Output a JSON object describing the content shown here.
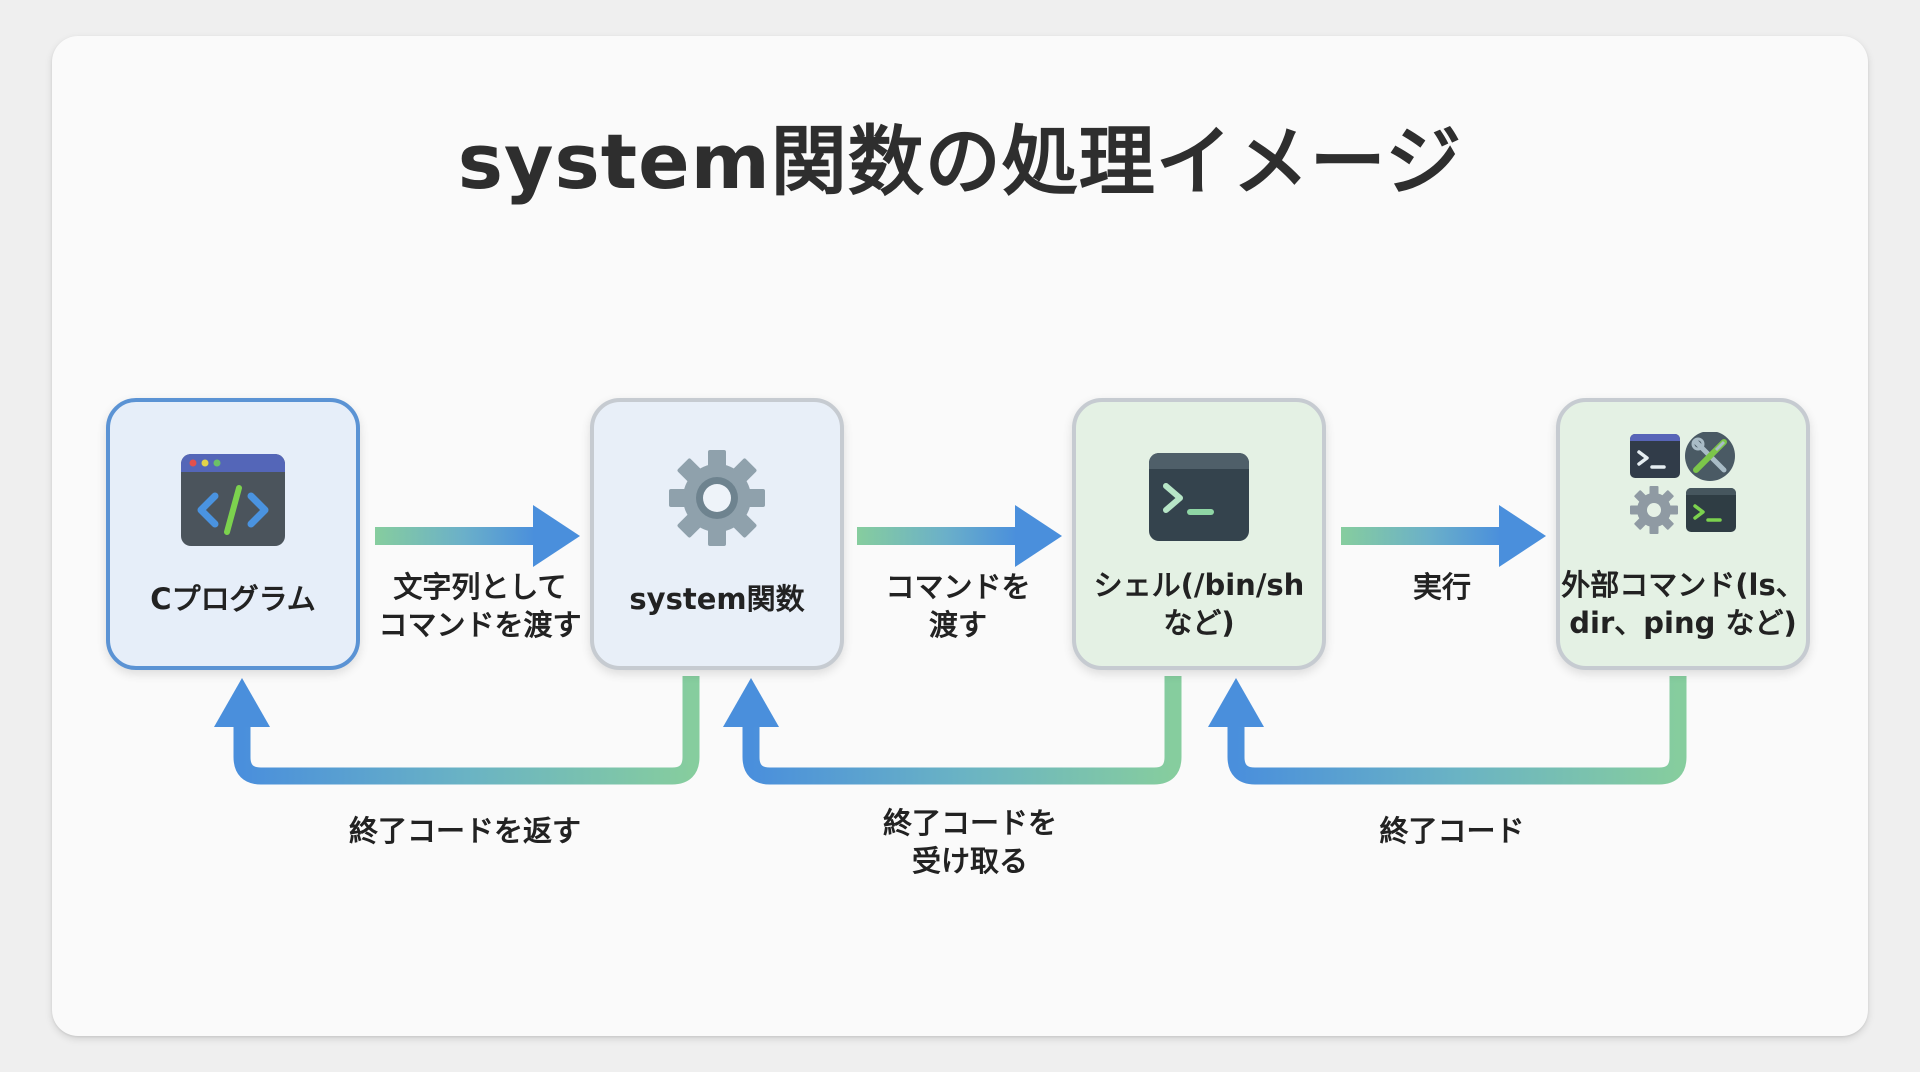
{
  "title": "system関数の処理イメージ",
  "colors": {
    "arrow_blue": "#4a8fdc",
    "arrow_green": "#86cd9e",
    "box_blue_border": "#5b93d4",
    "box_gray_border": "#c6cbd1",
    "text": "#222222"
  },
  "nodes": [
    {
      "id": "c-program",
      "label": "Cプログラム",
      "icon": "code-window-icon"
    },
    {
      "id": "system-function",
      "label": "system関数",
      "icon": "gear-icon"
    },
    {
      "id": "shell",
      "label_lines": [
        "シェル(/bin/sh",
        "など)"
      ],
      "icon": "terminal-icon"
    },
    {
      "id": "external-command",
      "label_lines": [
        "外部コマンド(ls、",
        "dir、ping など)"
      ],
      "icon": "tools-collection-icon"
    }
  ],
  "forward_edges": [
    {
      "from": "c-program",
      "to": "system-function",
      "label_lines": [
        "文字列として",
        "コマンドを渡す"
      ]
    },
    {
      "from": "system-function",
      "to": "shell",
      "label_lines": [
        "コマンドを",
        "渡す"
      ]
    },
    {
      "from": "shell",
      "to": "external-command",
      "label_lines": [
        "実行"
      ]
    }
  ],
  "return_edges": [
    {
      "from": "system-function",
      "to": "c-program",
      "label_lines": [
        "終了コードを返す"
      ]
    },
    {
      "from": "shell",
      "to": "system-function",
      "label_lines": [
        "終了コードを",
        "受け取る"
      ]
    },
    {
      "from": "external-command",
      "to": "shell",
      "label_lines": [
        "終了コード"
      ]
    }
  ]
}
